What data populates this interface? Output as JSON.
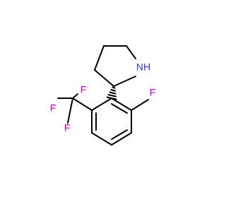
{
  "molecule": {
    "atoms": {
      "nh_label": "NH",
      "f_ring_label": "F",
      "f_cf3_top_label": "F",
      "f_cf3_left_label": "F",
      "f_cf3_bottom_label": "F"
    },
    "colors": {
      "bond": "#000000",
      "nitrogen": "#3333ff",
      "fluorine": "#cc00cc"
    }
  }
}
